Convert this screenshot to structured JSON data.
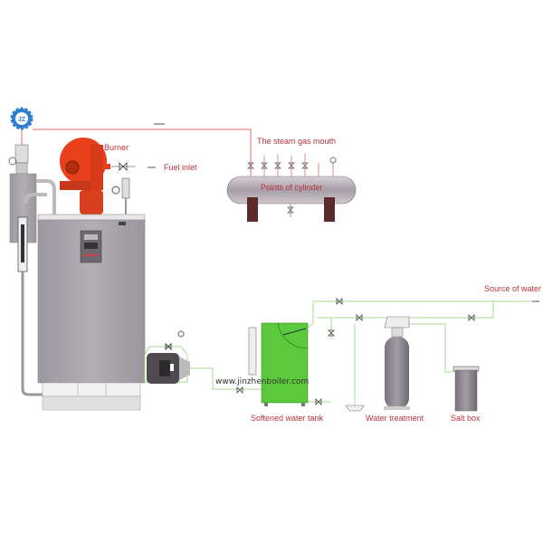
{
  "labels": {
    "burner": "Burner",
    "fuel_inlet": "Fuel inlet",
    "steam_gas_mouth": "The steam gas mouth",
    "points_of_cylinder": "Points of cylinder",
    "source_of_water": "Source of water",
    "softened_water_tank": "Softened water tank",
    "water_treatment": "Water treatment",
    "salt_box": "Salt box"
  },
  "watermark": "www.jinzhenboiler.com",
  "logo_text": "JZ",
  "colors": {
    "steam_pipe": "#e06a6a",
    "water_pipe": "#a8d890",
    "burner": "#e8401c",
    "tank": "#5cc83c",
    "boiler_body": "#a9a4ab",
    "cylinder": "#b7b0b6",
    "label": "#b8323c",
    "logo": "#2f7fd0"
  }
}
